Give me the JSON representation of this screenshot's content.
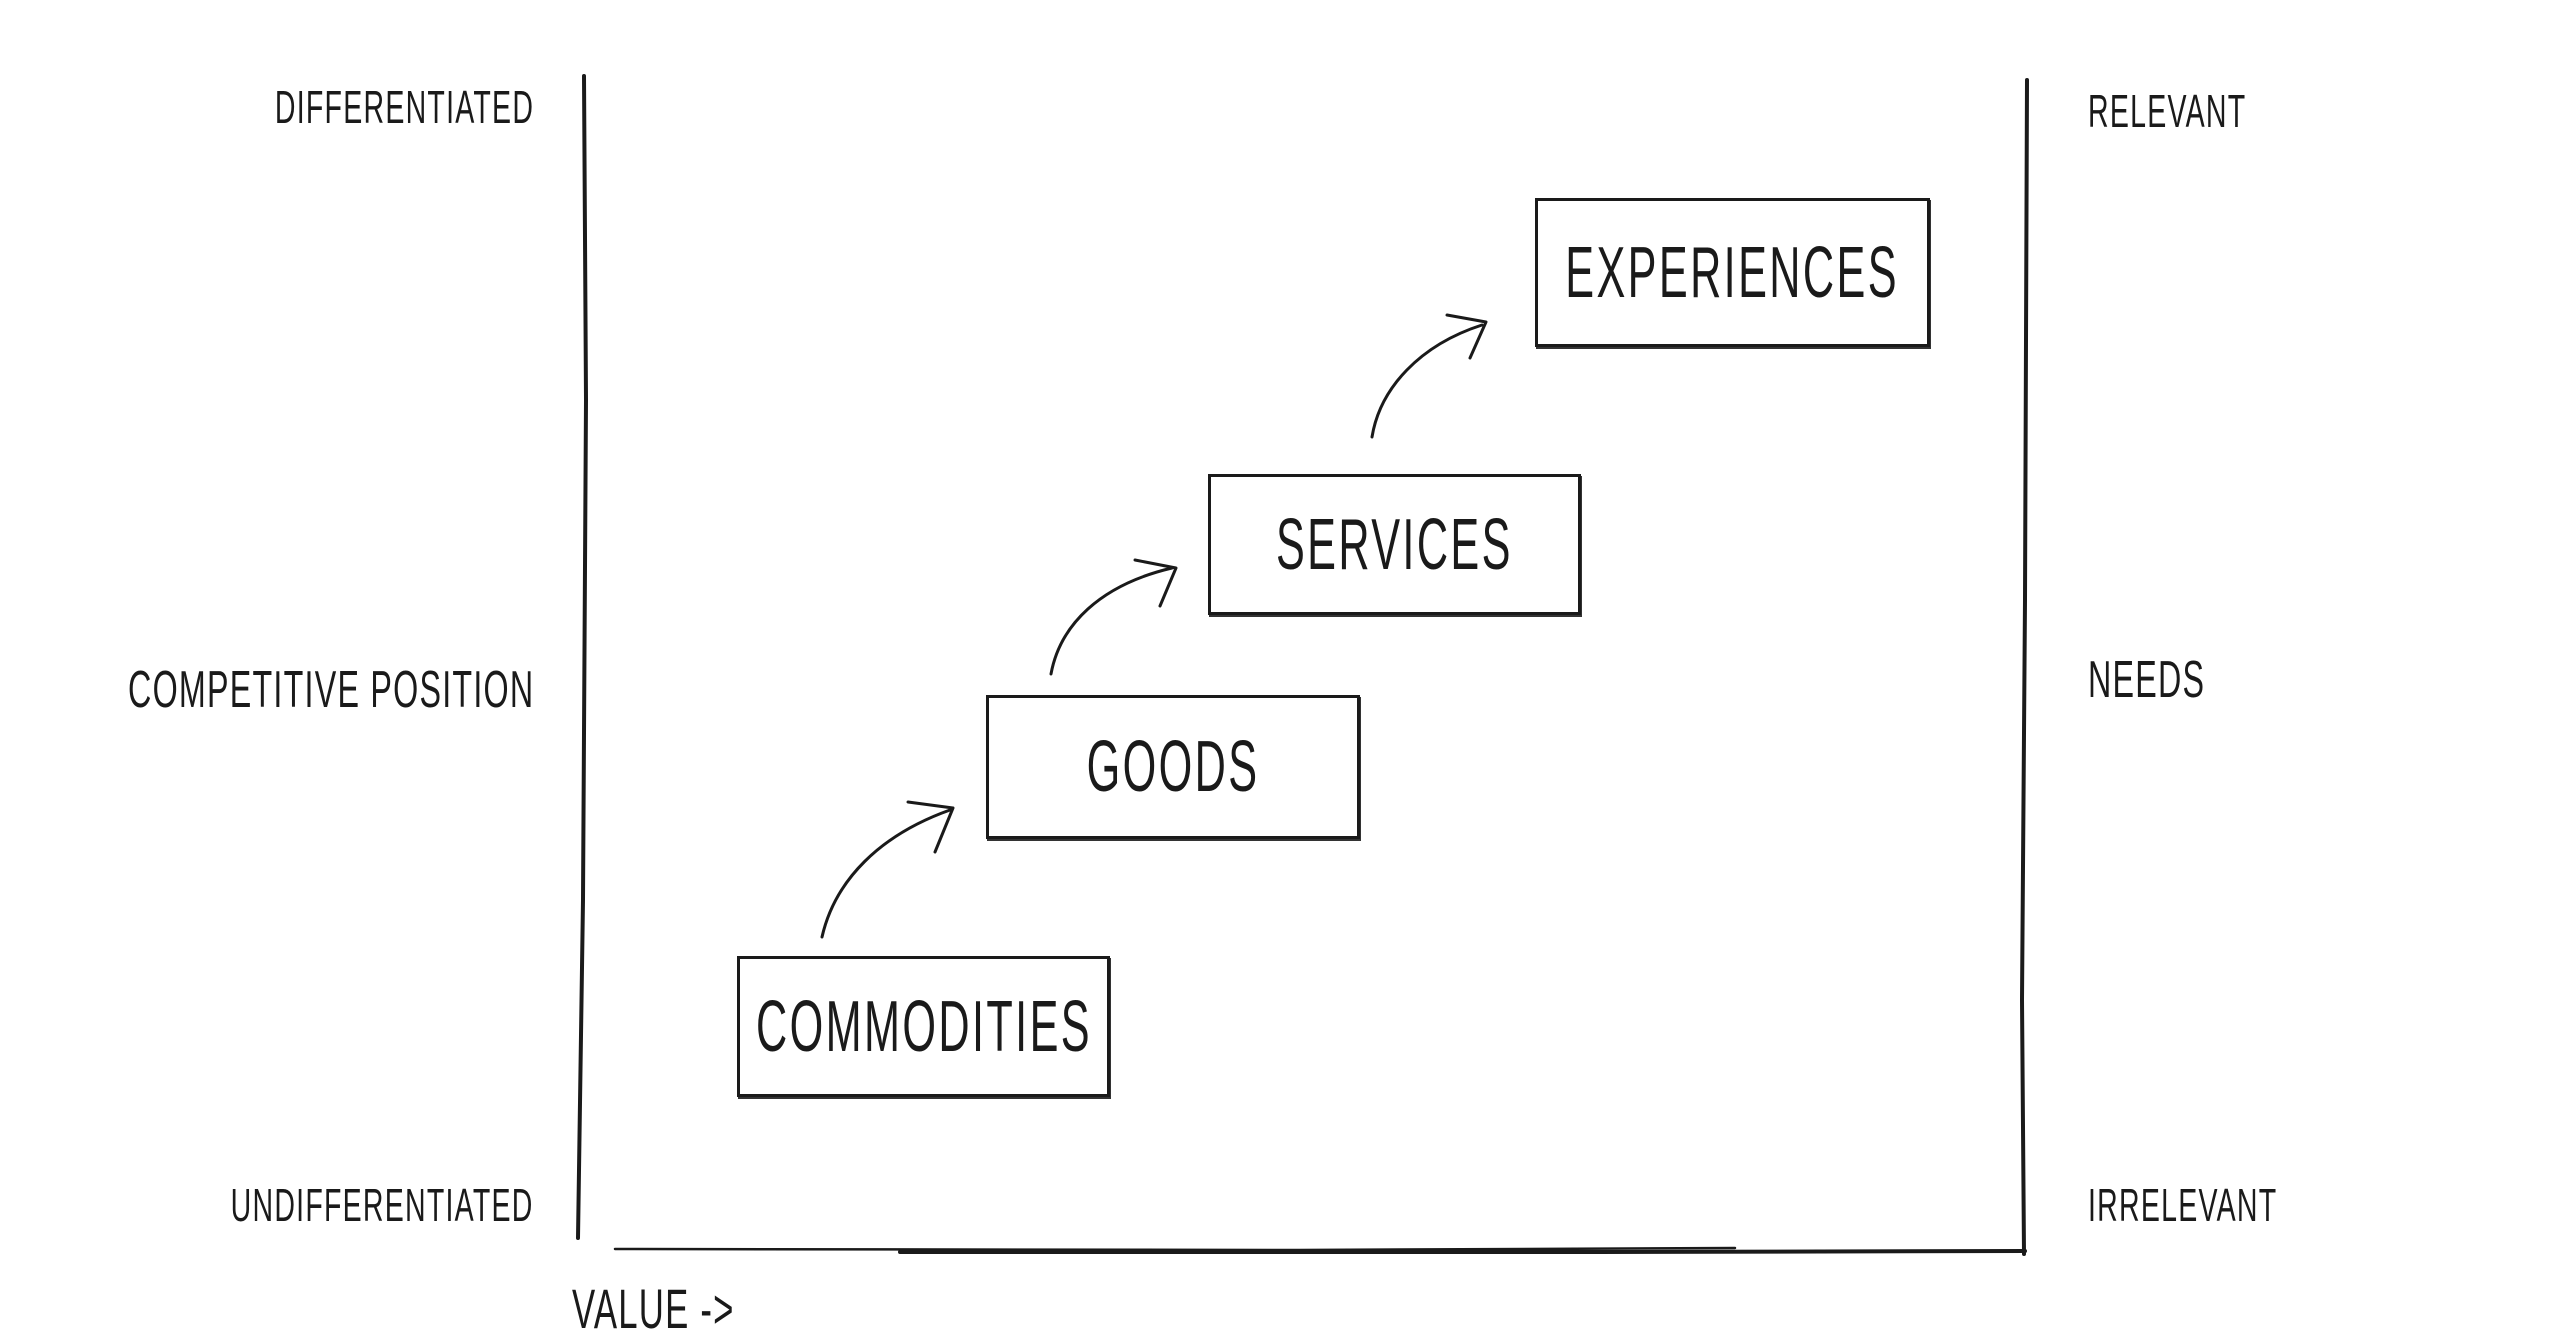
{
  "y_axis": {
    "top_label": "DIFFERENTIATED",
    "middle_label": "COMPETITIVE POSITION",
    "bottom_label": "UNDIFFERENTIATED"
  },
  "right_axis": {
    "top_label": "RELEVANT",
    "middle_label": "NEEDS",
    "bottom_label": "IRRELEVANT"
  },
  "x_axis": {
    "label": "VALUE ->"
  },
  "stages": [
    {
      "label": "COMMODITIES"
    },
    {
      "label": "GOODS"
    },
    {
      "label": "SERVICES"
    },
    {
      "label": "EXPERIENCES"
    }
  ]
}
